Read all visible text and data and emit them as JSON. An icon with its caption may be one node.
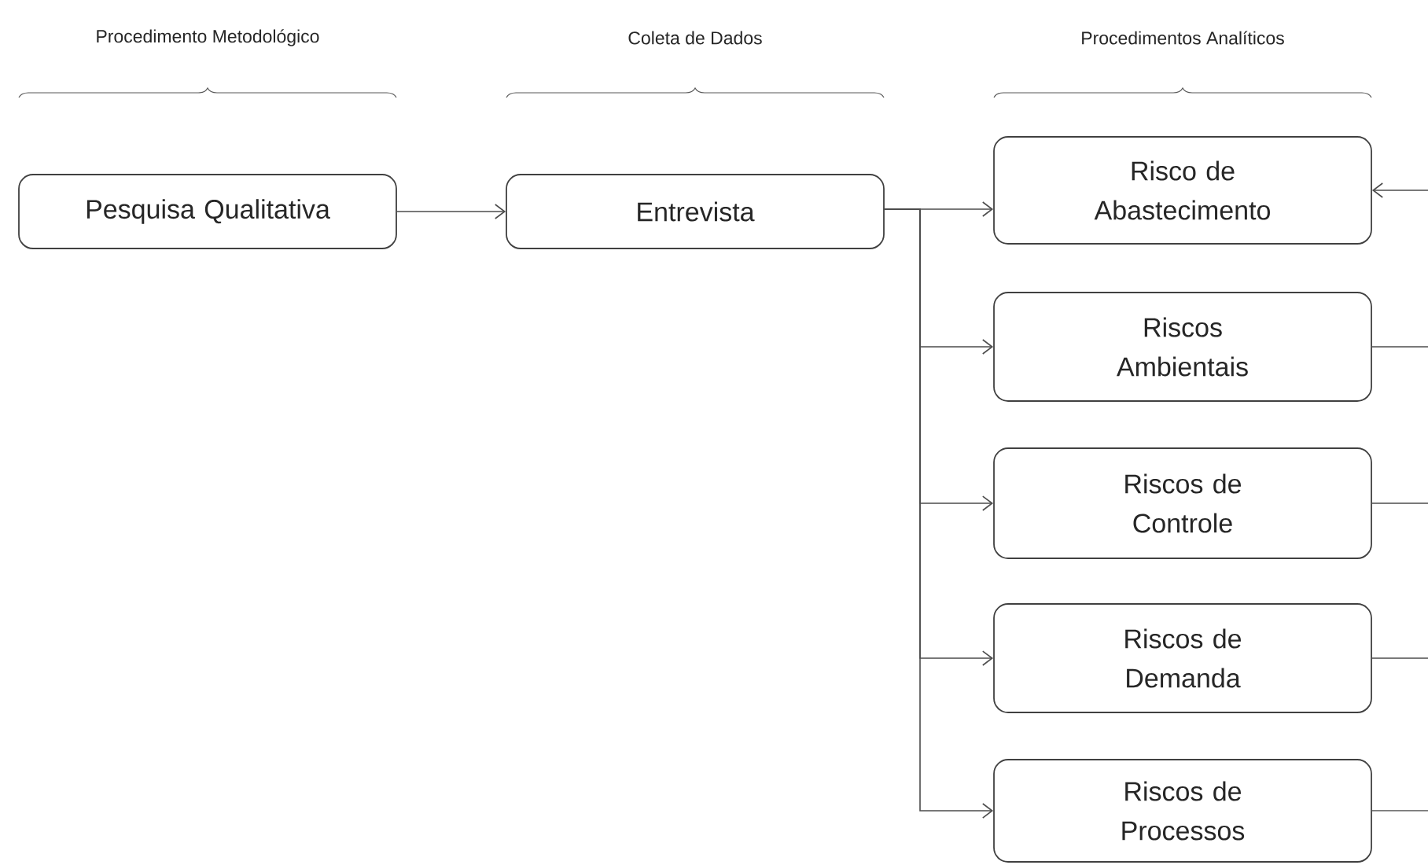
{
  "diagram": {
    "nodes": [
      {
        "text": [
          "Pesquisa Qualitativa"
        ]
      },
      {
        "text": [
          "Entrevista"
        ]
      },
      {
        "text": [
          "Risco de Abastecimento"
        ]
      },
      {
        "text": [
          "Riscos Ambientais"
        ]
      },
      {
        "text": [
          "Riscos de Controle"
        ]
      },
      {
        "text": [
          "Riscos de Demanda"
        ]
      },
      {
        "text": [
          "Riscos de Processos"
        ]
      }
    ],
    "edges": [
      {
        "from": 0,
        "to": 1,
        "arrow": "to"
      },
      {
        "from": 1,
        "to": 2,
        "arrow": "to"
      },
      {
        "from": 1,
        "to": 3,
        "arrow": "to"
      },
      {
        "from": 1,
        "to": 4,
        "arrow": "to"
      },
      {
        "from": 1,
        "to": 5,
        "arrow": "to"
      },
      {
        "from": 1,
        "to": 6,
        "arrow": "to"
      },
      {
        "from": null,
        "to": 2,
        "arrow": "to"
      },
      {
        "from": 3,
        "to": null,
        "arrow": "none"
      },
      {
        "from": 4,
        "to": null,
        "arrow": "none"
      },
      {
        "from": 5,
        "to": null,
        "arrow": "none"
      },
      {
        "from": 6,
        "to": null,
        "arrow": "none"
      }
    ],
    "labels": [
      "Procedimento Metodológico",
      "Coleta de Dados",
      "Procedimentos Analíticos"
    ]
  }
}
